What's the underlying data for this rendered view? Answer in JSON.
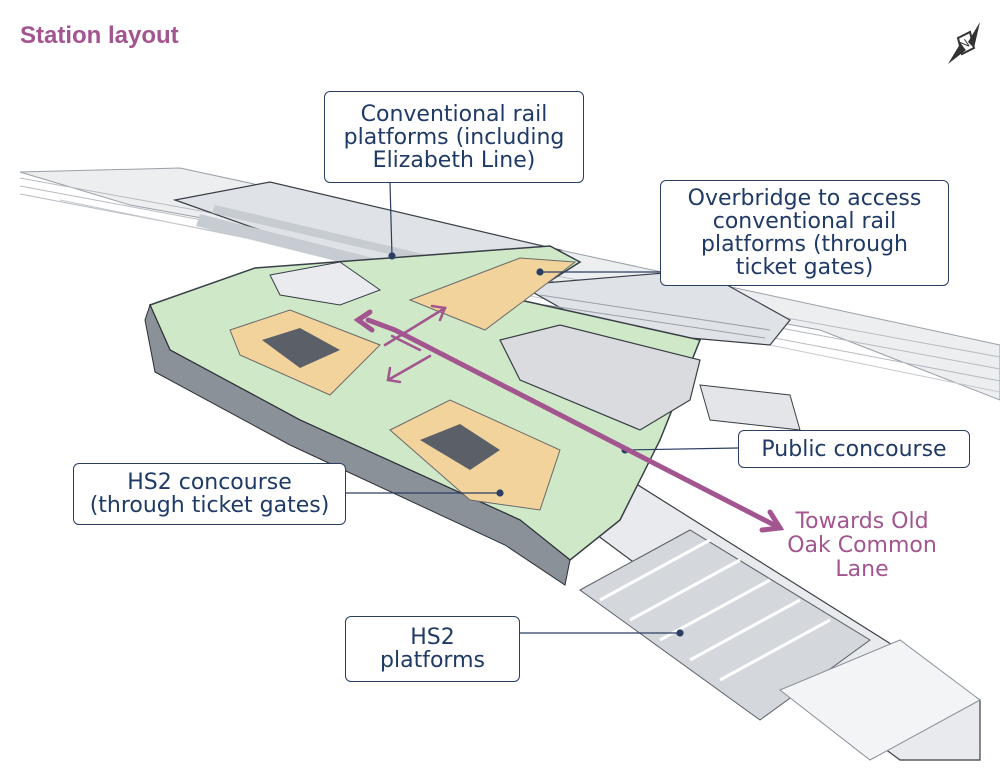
{
  "title": "Station layout",
  "north_arrow": {
    "icon": "north-arrow-icon"
  },
  "callouts": {
    "conventional_platforms": [
      "Conventional rail",
      "platforms (including",
      "Elizabeth Line)"
    ],
    "overbridge": [
      "Overbridge to access",
      "conventional rail",
      "platforms (through",
      "ticket gates)"
    ],
    "public_concourse": [
      "Public concourse"
    ],
    "hs2_concourse": [
      "HS2 concourse",
      "(through ticket gates)"
    ],
    "hs2_platforms": [
      "HS2",
      "platforms"
    ]
  },
  "direction_label": [
    "Towards Old",
    "Oak Common",
    "Lane"
  ],
  "colors": {
    "title": "#a2558f",
    "callout_text": "#1f3a66",
    "callout_border": "#2a3e63",
    "arrow": "#a2558f",
    "concourse_green": "#cfe8c8",
    "gated_area_sand": "#f3d39c",
    "structure_grey": "#d9dbde",
    "edge_dark": "#3a3f47"
  }
}
